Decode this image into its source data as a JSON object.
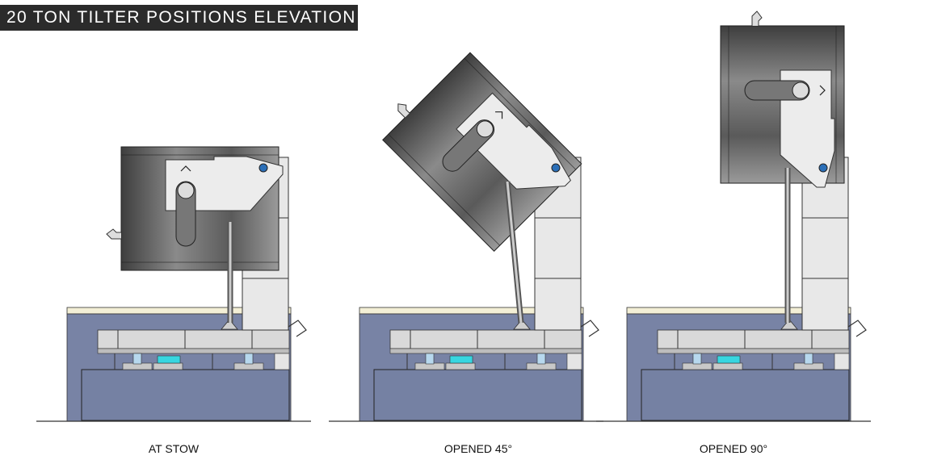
{
  "title": "20 TON TILTER POSITIONS ELEVATION",
  "positions": [
    {
      "label": "AT STOW",
      "tilt_deg": 0
    },
    {
      "label": "OPENED 45°",
      "tilt_deg": 45
    },
    {
      "label": "OPENED 90°",
      "tilt_deg": 90
    }
  ],
  "colors": {
    "pit": "#7883a5",
    "frame": "#d9d9d9",
    "tower": "#e8e8e8",
    "drum": "#6a6a6a",
    "load_cell": "#37d6e0",
    "title_bg": "#2b2b2b"
  }
}
